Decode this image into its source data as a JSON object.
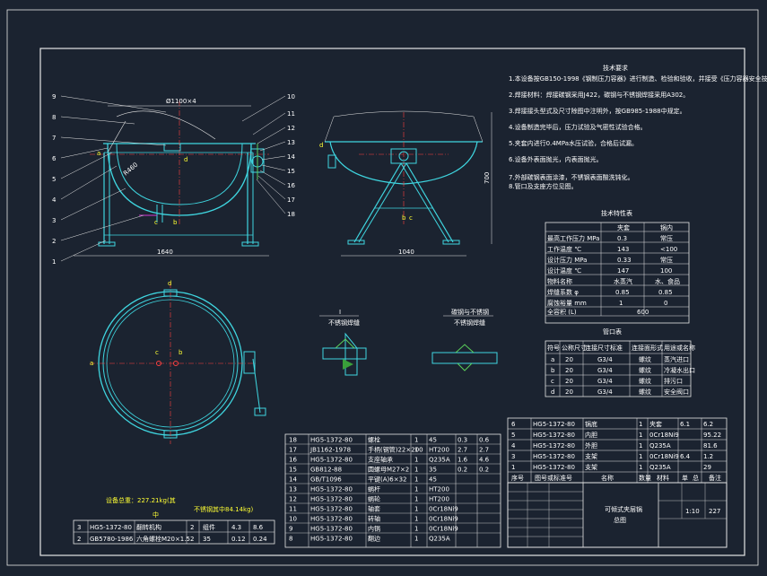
{
  "tech_req": {
    "title": "技术要求",
    "lines": [
      "1.本设备按GB150-1998《钢制压力容器》进行制造、检验和验收，并接受《压力容器安全技",
      "2.焊接材料：焊接碳钢采用J422，碳钢与不锈钢焊接采用A302。",
      "3.焊接接头型式及尺寸除图中注明外，按GB985-1988中规定。",
      "4.设备制造完毕后，压力试验及气密性试验合格。",
      "5.夹套内进行0.4MPa水压试验，合格后试漏。",
      "6.设备外表面抛光，内表面抛光。",
      "7.外部碳钢表面涂漆，不锈钢表面酸洗钝化。",
      "8.管口及支座方位见图。"
    ]
  },
  "spec_table": {
    "title": "技术特性表",
    "headers": [
      "",
      "夹套",
      "锅内"
    ],
    "rows": [
      [
        "最高工作压力 MPa",
        "0.3",
        "常压"
      ],
      [
        "工作温度 ℃",
        "143",
        "<100"
      ],
      [
        "设计压力 MPa",
        "0.33",
        "常压"
      ],
      [
        "设计温度 ℃",
        "147",
        "100"
      ],
      [
        "物料名称",
        "水蒸汽",
        "水、食品"
      ],
      [
        "焊缝系数 φ",
        "0.85",
        "0.85"
      ],
      [
        "腐蚀裕量 mm",
        "1",
        "0"
      ],
      [
        "全容积 (L)",
        "600",
        ""
      ]
    ]
  },
  "nozzle_table": {
    "title": "管口表",
    "headers": [
      "符号",
      "公称尺寸",
      "连接尺寸标准",
      "连接面形式",
      "用途或名称"
    ],
    "rows": [
      [
        "a",
        "20",
        "G3/4",
        "螺纹",
        "蒸汽进口"
      ],
      [
        "b",
        "20",
        "G3/4",
        "螺纹",
        "冷凝水出口"
      ],
      [
        "c",
        "20",
        "G3/4",
        "螺纹",
        "排污口"
      ],
      [
        "d",
        "20",
        "G3/4",
        "螺纹",
        "安全阀口"
      ]
    ]
  },
  "weld_labels": {
    "left_title": "I",
    "left_sub": "不锈钢焊缝",
    "right_title": "碳钢与不锈钢",
    "right_sub": "不锈钢焊缝"
  },
  "weight": {
    "line1": "设备总重：227.21kg(其",
    "line1b": "不锈钢其中84.14kg)",
    "line2": "中"
  },
  "part_numbers_left": [
    "9",
    "8",
    "7",
    "6",
    "5",
    "4",
    "3",
    "2",
    "1"
  ],
  "part_numbers_right": [
    "10",
    "11",
    "12",
    "13",
    "14",
    "15",
    "16",
    "17",
    "18"
  ],
  "bom_left": [
    [
      "18",
      "HG5-1372-80",
      "螺栓",
      "1",
      "45",
      "0.3",
      "0.6"
    ],
    [
      "17",
      "JB1162-1978",
      "手柄(钢管)22×200",
      "1",
      "HT200",
      "2.7",
      "2.7"
    ],
    [
      "16",
      "HG5-1372-80",
      "支座轴承",
      "1",
      "Q235A",
      "1.6",
      "4.6"
    ],
    [
      "15",
      "GB812-88",
      "圆螺母M27×2",
      "1",
      "35",
      "0.2",
      "0.2"
    ],
    [
      "14",
      "GB/T1096",
      "平键(A)6×32",
      "1",
      "45",
      "",
      ""
    ],
    [
      "13",
      "HG5-1372-80",
      "蜗杆",
      "1",
      "HT200",
      "",
      ""
    ],
    [
      "12",
      "HG5-1372-80",
      "蜗轮",
      "1",
      "HT200",
      "",
      ""
    ],
    [
      "11",
      "HG5-1372-80",
      "轴套",
      "1",
      "0Cr18Ni9",
      "",
      ""
    ],
    [
      "10",
      "HG5-1372-80",
      "转轴",
      "1",
      "0Cr18Ni9",
      "",
      ""
    ],
    [
      "9",
      "HG5-1372-80",
      "内锅",
      "1",
      "0Cr18Ni9",
      "",
      ""
    ],
    [
      "8",
      "HG5-1372-80",
      "翻边",
      "1",
      "Q235A",
      "",
      ""
    ]
  ],
  "bom_bottom": [
    [
      "3",
      "HG5-1372-80",
      "翻转机构",
      "2",
      "组件",
      "4.3",
      "8.6"
    ],
    [
      "2",
      "GB5780-1986",
      "六角螺栓M20×1.5",
      "2",
      "35",
      "0.12",
      "0.24"
    ]
  ],
  "bom_right": [
    [
      "6",
      "HG5-1372-80",
      "锅底",
      "1",
      "夹套",
      "6.1",
      "6.2"
    ],
    [
      "5",
      "HG5-1372-80",
      "内胆",
      "1",
      "0Cr18Ni9",
      "",
      "95.22"
    ],
    [
      "4",
      "HG5-1372-80",
      "外胆",
      "1",
      "Q235A",
      "",
      "81.6"
    ],
    [
      "3",
      "HG5-1372-80",
      "支架",
      "1",
      "0Cr18Ni9",
      "6.4",
      "1.2"
    ],
    [
      "1",
      "HG5-1372-80",
      "支架",
      "1",
      "Q235A",
      "",
      "29"
    ]
  ],
  "title_block": {
    "drawing_name": "可倾式夹层锅",
    "drawing_name2": "总图",
    "scale": "1:10",
    "sheet": "227",
    "labels": [
      "序号",
      "图号或标准号",
      "名称",
      "数量",
      "材料",
      "单",
      "总",
      "备注"
    ]
  },
  "annotations": {
    "dia_top": "Ø1100×4",
    "dim_left": "1640",
    "dim_right": "1040",
    "dim_height": "700",
    "dim_r": "R460"
  },
  "nozzle_marks": {
    "a": "a",
    "b": "b",
    "c": "c",
    "d": "d"
  }
}
